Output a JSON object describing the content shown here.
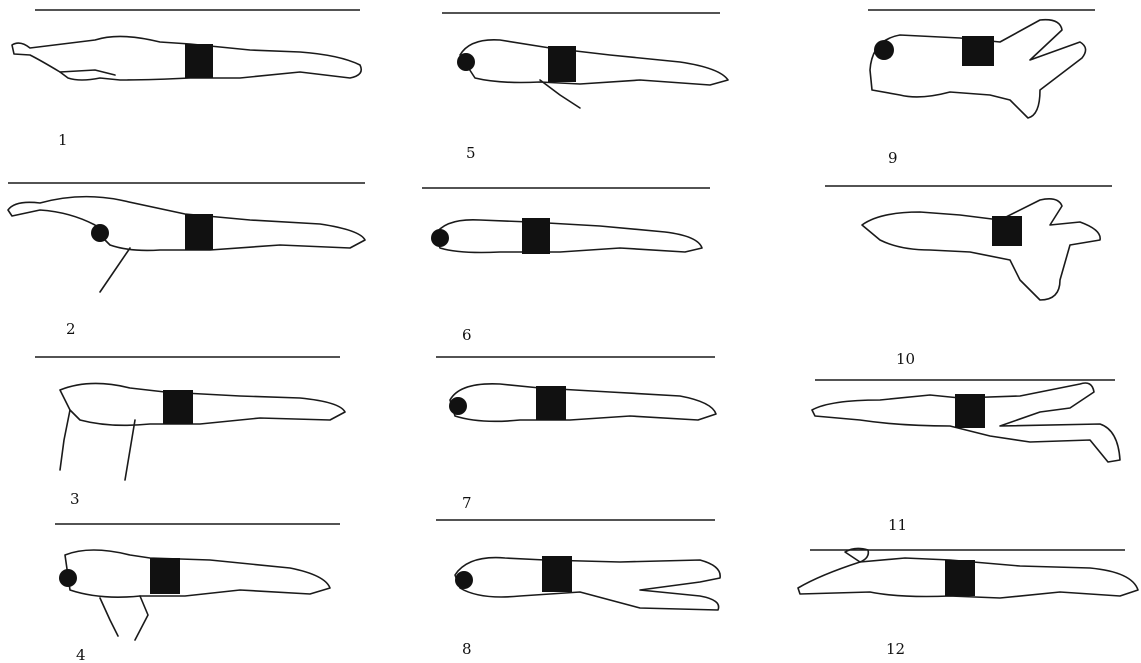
{
  "figure": {
    "description_free": true,
    "frames": [
      {
        "label": "1"
      },
      {
        "label": "2"
      },
      {
        "label": "3"
      },
      {
        "label": "4"
      },
      {
        "label": "5"
      },
      {
        "label": "6"
      },
      {
        "label": "7"
      },
      {
        "label": "8"
      },
      {
        "label": "9"
      },
      {
        "label": "10"
      },
      {
        "label": "11"
      },
      {
        "label": "12"
      }
    ],
    "colors": {
      "ink": "#111111",
      "background": "#ffffff"
    }
  }
}
